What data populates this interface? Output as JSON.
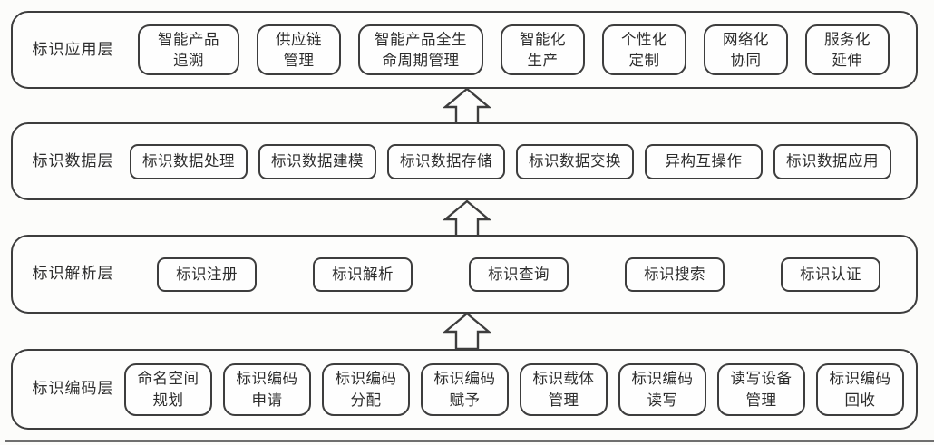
{
  "diagram": {
    "type": "layered-architecture",
    "direction": "bottom-up",
    "colors": {
      "border": "#3d3d3d",
      "text": "#2c2c2c",
      "background": "#fcfcfa",
      "node_fill": "#fefefe"
    },
    "arrow_icon": "block-arrow-up",
    "layers": [
      {
        "label": "标识应用层",
        "boxes": [
          "智能产品\n追溯",
          "供应链\n管理",
          "智能产品全生\n命周期管理",
          "智能化\n生产",
          "个性化\n定制",
          "网络化\n协同",
          "服务化\n延伸"
        ]
      },
      {
        "label": "标识数据层",
        "boxes": [
          "标识数据处理",
          "标识数据建模",
          "标识数据存储",
          "标识数据交换",
          "异构互操作",
          "标识数据应用"
        ]
      },
      {
        "label": "标识解析层",
        "boxes": [
          "标识注册",
          "标识解析",
          "标识查询",
          "标识搜索",
          "标识认证"
        ]
      },
      {
        "label": "标识编码层",
        "boxes": [
          "命名空间\n规划",
          "标识编码\n申请",
          "标识编码\n分配",
          "标识编码\n赋予",
          "标识载体\n管理",
          "标识编码\n读写",
          "读写设备\n管理",
          "标识编码\n回收"
        ]
      }
    ]
  }
}
